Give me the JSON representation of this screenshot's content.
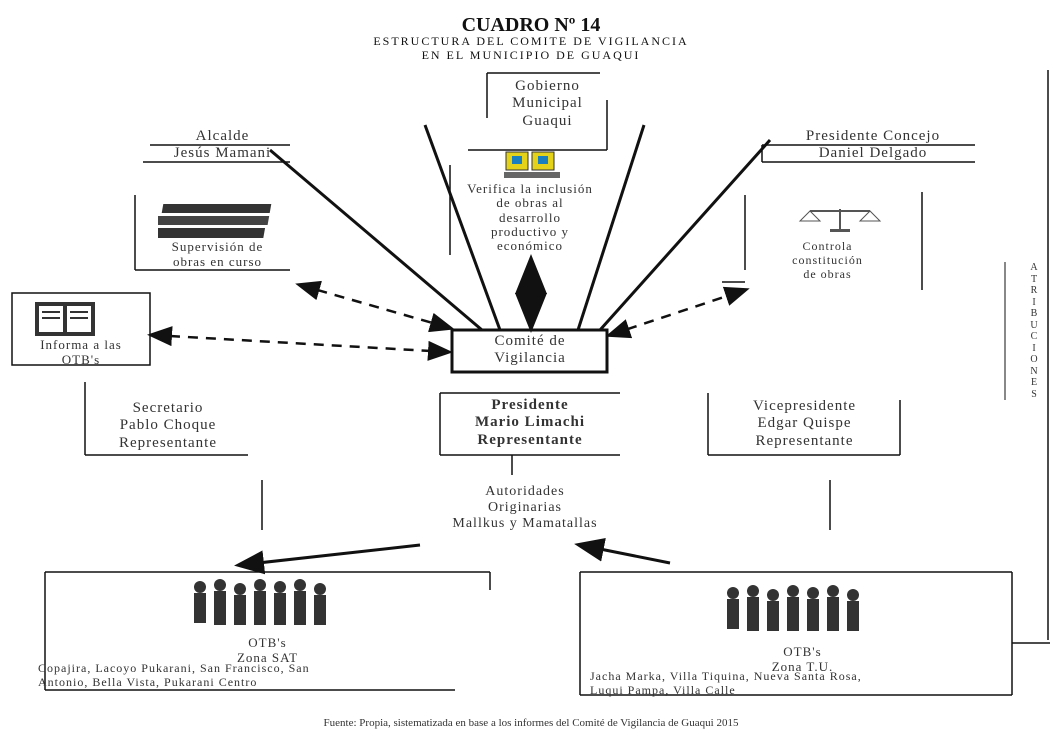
{
  "title": "CUADRO Nº 14",
  "subtitle": "ESTRUCTURA DEL COMITE DE VIGILANCIA",
  "subtitle2": "EN EL MUNICIPIO DE GUAQUI",
  "nodes": {
    "gobierno": "Gobierno\nMunicipal\nGuaqui",
    "alcalde": "Alcalde\nJesús Mamani",
    "presidente_concejo": "Presidente Concejo\nDaniel Delgado",
    "verifica": "Verifica la inclusión\nde obras al\ndesarrollo\nproductivo y\neconómico",
    "supervision": "Supervisión de\nobras en curso",
    "controla": "Controla\nconstitución\nde obras",
    "informa": "Informa a las\nOTB's",
    "comite": "Comité de\nVigilancia",
    "secretario": "Secretario\nPablo Choque\nRepresentante",
    "presidente": "Presidente\nMario Limachi\nRepresentante",
    "vicepresidente": "Vicepresidente\nEdgar Quispe\nRepresentante",
    "autoridades": "Autoridades\nOriginarias\nMallkus y Mamatallas",
    "otb_left_title": "OTB's\nZona SAT",
    "otb_left_list": "Copajira, Lacoyo Pukarani, San Francisco, San\nAntonio, Bella Vista, Pukarani Centro",
    "otb_right_title": "OTB's\nZona T.U.",
    "otb_right_list": "Jacha Marka, Villa Tiquina, Nueva Santa Rosa,\nLuqui Pampa, Villa Calle",
    "side_label": "A\nT\nR\nI\nB\nU\nC\nI\nO\nN\nE\nS",
    "footnote": "Fuente: Propia, sistematizada en base a los informes del Comité de Vigilancia de Guaqui 2015"
  },
  "colors": {
    "line": "#111111",
    "icon": "#333333"
  }
}
